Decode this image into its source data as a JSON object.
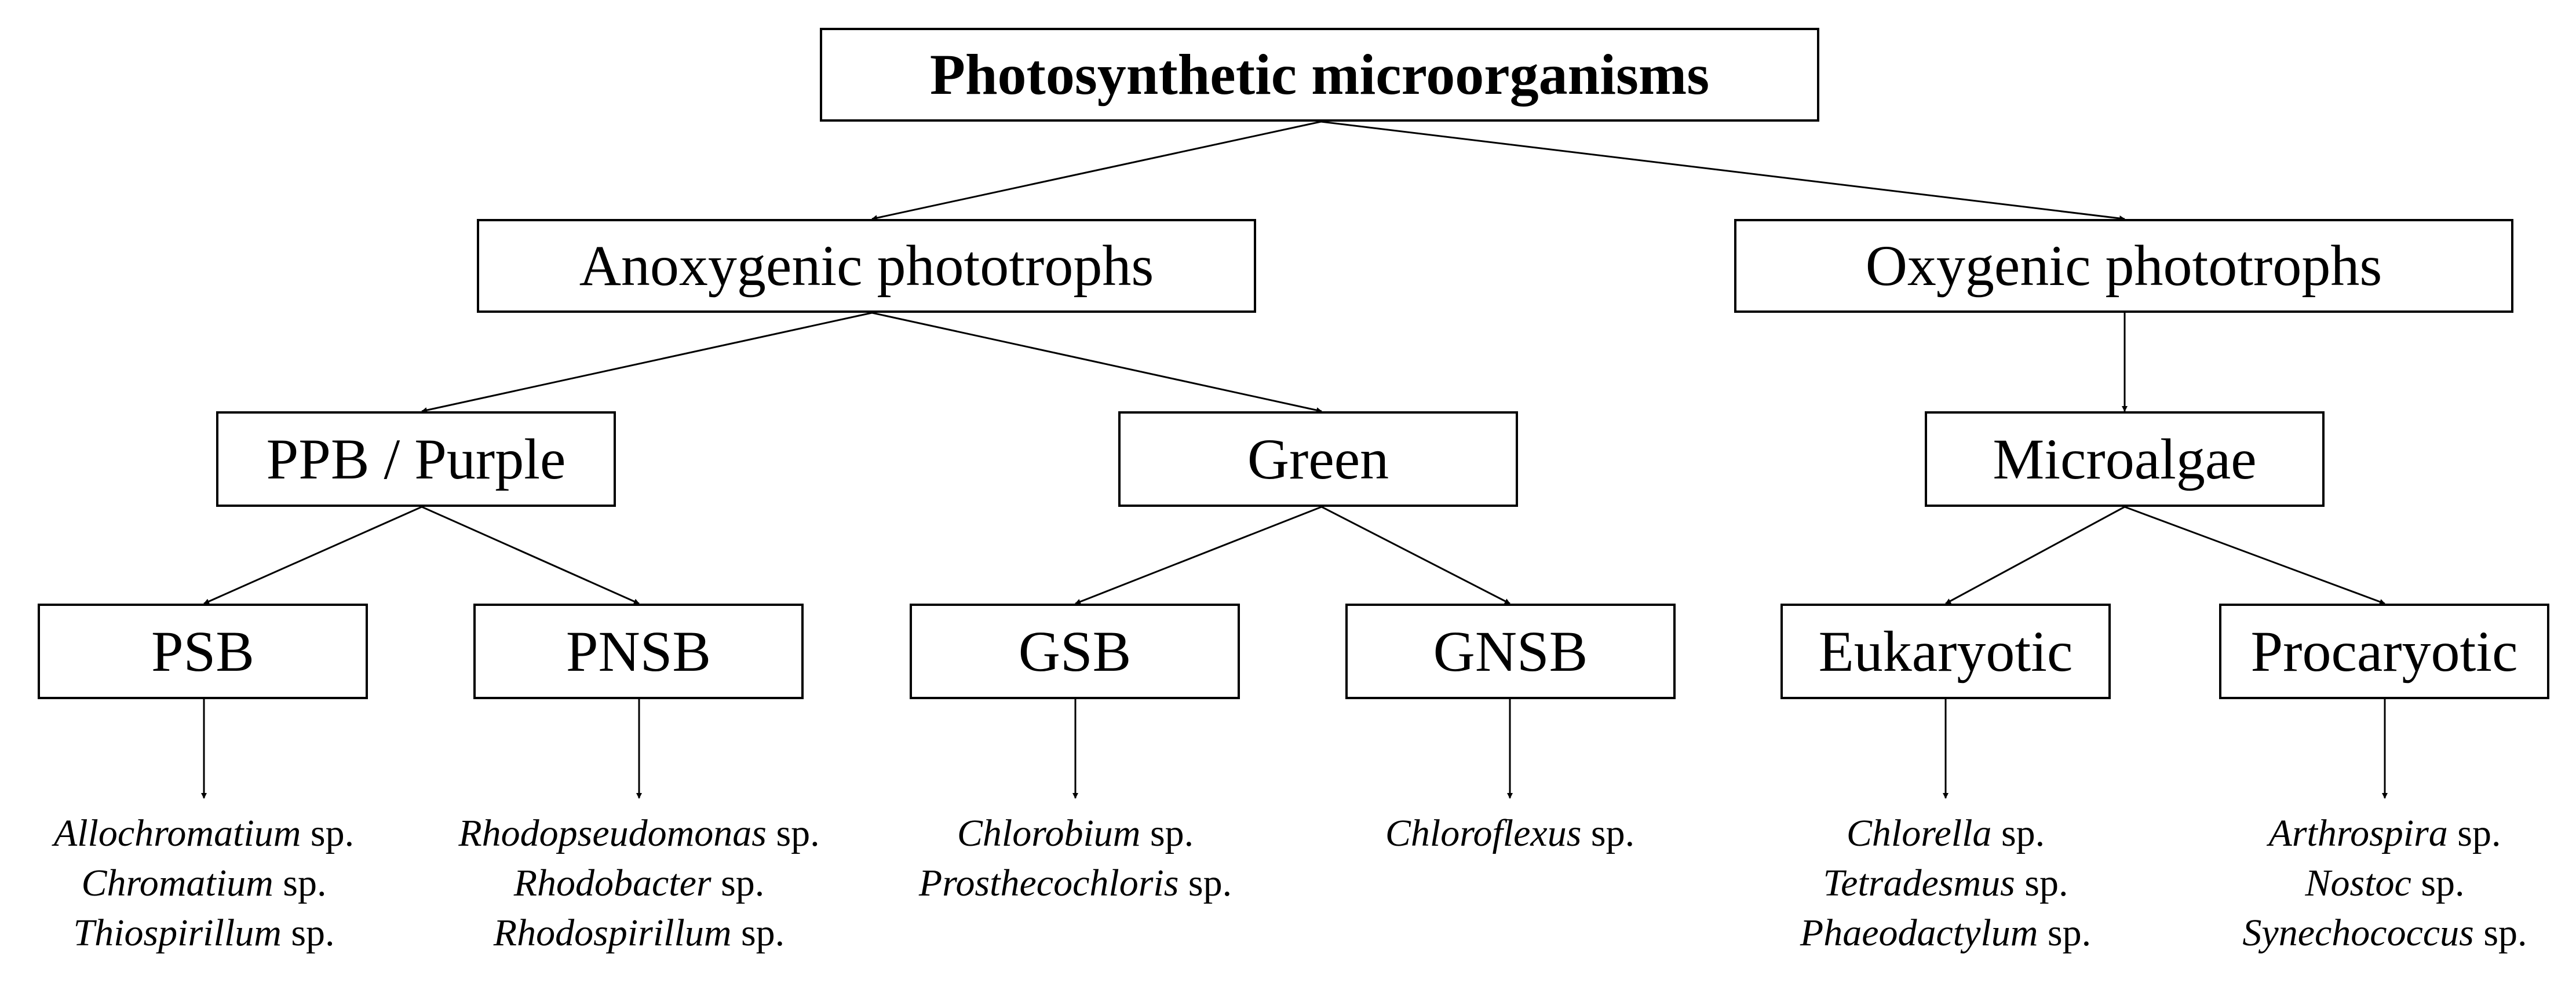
{
  "nodes": {
    "root": "Photosynthetic microorganisms",
    "anoxygenic": "Anoxygenic phototrophs",
    "oxygenic": "Oxygenic phototrophs",
    "purple": "PPB / Purple",
    "green": "Green",
    "microalgae": "Microalgae",
    "psb": "PSB",
    "pnsb": "PNSB",
    "gsb": "GSB",
    "gnsb": "GNSB",
    "eukaryotic": "Eukaryotic",
    "procaryotic": "Procaryotic"
  },
  "species": {
    "psb": [
      {
        "genus": "Allochromatium",
        "suffix": " sp."
      },
      {
        "genus": "Chromatium",
        "suffix": " sp."
      },
      {
        "genus": "Thiospirillum",
        "suffix": " sp."
      }
    ],
    "pnsb": [
      {
        "genus": "Rhodopseudomonas",
        "suffix": " sp."
      },
      {
        "genus": "Rhodobacter",
        "suffix": " sp."
      },
      {
        "genus": "Rhodospirillum",
        "suffix": " sp."
      }
    ],
    "gsb": [
      {
        "genus": "Chlorobium",
        "suffix": " sp."
      },
      {
        "genus": "Prosthecochloris",
        "suffix": " sp."
      }
    ],
    "gnsb": [
      {
        "genus": "Chloroflexus",
        "suffix": " sp."
      }
    ],
    "eukaryotic": [
      {
        "genus": "Chlorella",
        "suffix": " sp."
      },
      {
        "genus": "Tetradesmus",
        "suffix": " sp."
      },
      {
        "genus": "Phaeodactylum",
        "suffix": " sp."
      }
    ],
    "procaryotic": [
      {
        "genus": "Arthrospira",
        "suffix": " sp."
      },
      {
        "genus": "Nostoc",
        "suffix": " sp."
      },
      {
        "genus": "Synechococcus",
        "suffix": " sp."
      }
    ]
  }
}
